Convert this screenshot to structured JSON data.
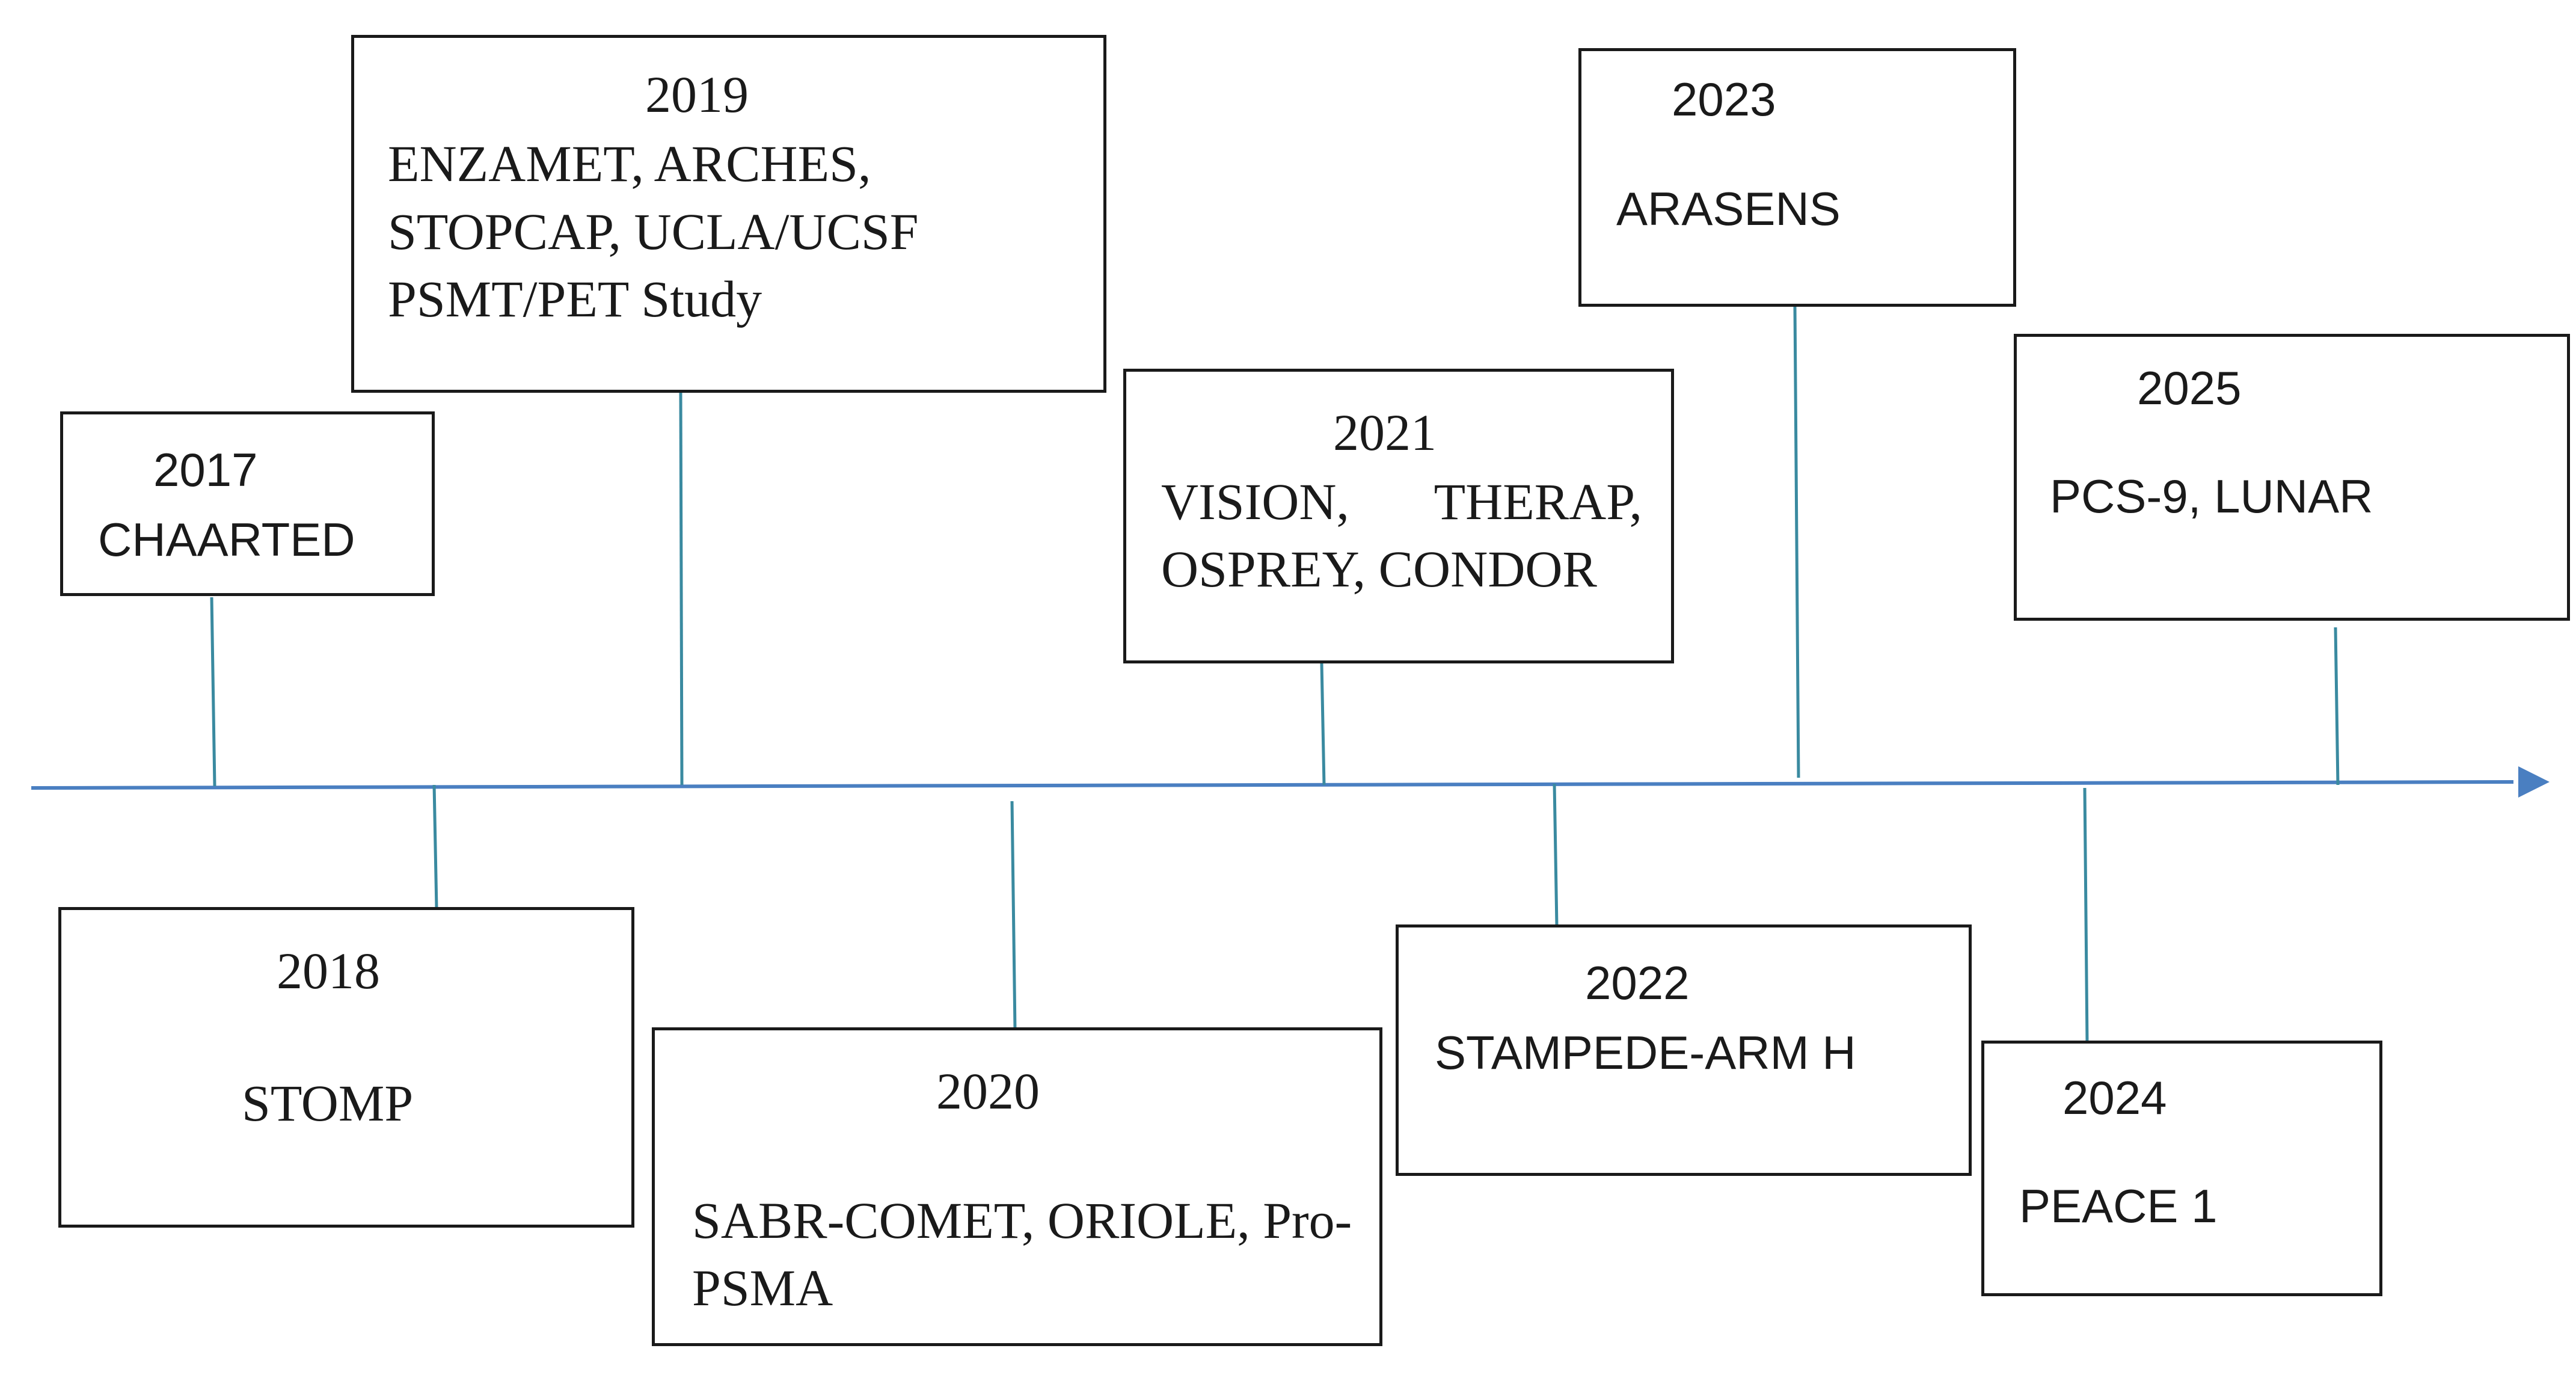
{
  "events": {
    "e2017": {
      "year": "2017",
      "trials": "CHAARTED"
    },
    "e2018": {
      "year": "2018",
      "trials": "STOMP"
    },
    "e2019": {
      "year": "2019",
      "lines": [
        "ENZAMET, ARCHES,",
        "STOPCAP, UCLA/UCSF",
        "PSMT/PET Study"
      ]
    },
    "e2020": {
      "year": "2020",
      "lines": [
        "SABR-COMET, ORIOLE, Pro-",
        "PSMA"
      ]
    },
    "e2021": {
      "year": "2021",
      "line1": {
        "left": "VISION,",
        "right": "THERAP,"
      },
      "line2": "OSPREY, CONDOR"
    },
    "e2022": {
      "year": "2022",
      "trials": "STAMPEDE-ARM H"
    },
    "e2023": {
      "year": "2023",
      "trials": "ARASENS"
    },
    "e2024": {
      "year": "2024",
      "trials": "PEACE 1"
    },
    "e2025": {
      "year": "2025",
      "trials": "PCS-9, LUNAR"
    }
  },
  "colors": {
    "axis": "#4a7fc1",
    "connector": "#3a8aa0",
    "border": "#1a1a1a"
  }
}
